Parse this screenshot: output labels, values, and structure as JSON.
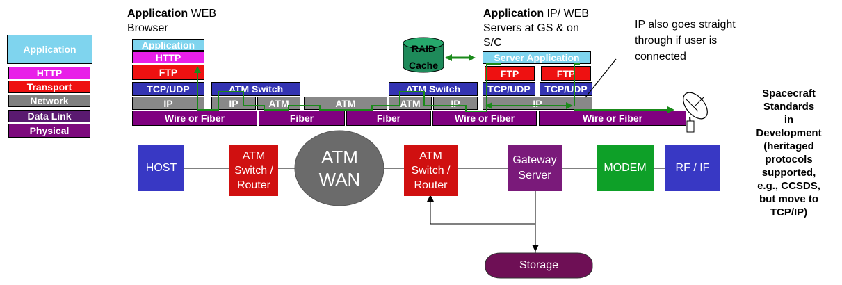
{
  "legend": {
    "application": "Application",
    "http": "HTTP",
    "transport": "Transport",
    "network": "Network",
    "data_link": "Data Link",
    "physical": "Physical"
  },
  "headers": {
    "left_bold": "Application",
    "left_rest": " WEB",
    "left_line2": "Browser",
    "right_bold": "Application",
    "right_rest": " IP/ WEB",
    "right_line2": "Servers at GS & on",
    "right_line3": "S/C"
  },
  "note": {
    "line1": "IP also goes straight",
    "line2": "through if user is",
    "line3": "connected"
  },
  "raid": {
    "line1": "RAID",
    "line2": "Cache"
  },
  "stack": {
    "host_application": "Application",
    "host_http": "HTTP",
    "host_ftp": "FTP",
    "host_tcpudp": "TCP/UDP",
    "host_ip": "IP",
    "wire1": "Wire or Fiber",
    "atm_switch1": "ATM Switch",
    "sw1_ip": "IP",
    "sw1_atm": "ATM",
    "fiber1": "Fiber",
    "wan_atm": "ATM",
    "fiber2": "Fiber",
    "atm_switch2": "ATM Switch",
    "sw2_atm": "ATM",
    "gw_ip": "IP",
    "wire2": "Wire or Fiber",
    "server_application": "Server Application",
    "ftp_a": "FTP",
    "ftp_b": "FTP",
    "tcpudp_a": "TCP/UDP",
    "tcpudp_b": "TCP/UDP",
    "ip_long": "IP",
    "wire3": "Wire or Fiber"
  },
  "nodes": {
    "host": "HOST",
    "switch1": "ATM\nSwitch /\nRouter",
    "wan": "ATM\nWAN",
    "switch2": "ATM\nSwitch /\nRouter",
    "gateway": "Gateway\nServer",
    "modem": "MODEM",
    "rfif": "RF / IF",
    "storage": "Storage"
  },
  "side_note": "Spacecraft\nStandards\nin\nDevelopment\n(heritaged\nprotocols\nsupported,\ne.g., CCSDS,\nbut move to\nTCP/IP)",
  "colors": {
    "application": "#7fd4ee",
    "http": "#e81fe8",
    "transport": "#ee1111",
    "network": "#808080",
    "data_link": "#5a1a70",
    "physical": "#7d0a7d",
    "tcp": "#3434b2",
    "node_blue": "#3838c4",
    "node_red": "#d01010",
    "node_purple": "#7a1a7a",
    "node_green": "#0ea028",
    "wan_gray": "#6b6b6b",
    "storage": "#6e0f55",
    "path_green": "#1a8a1a"
  }
}
